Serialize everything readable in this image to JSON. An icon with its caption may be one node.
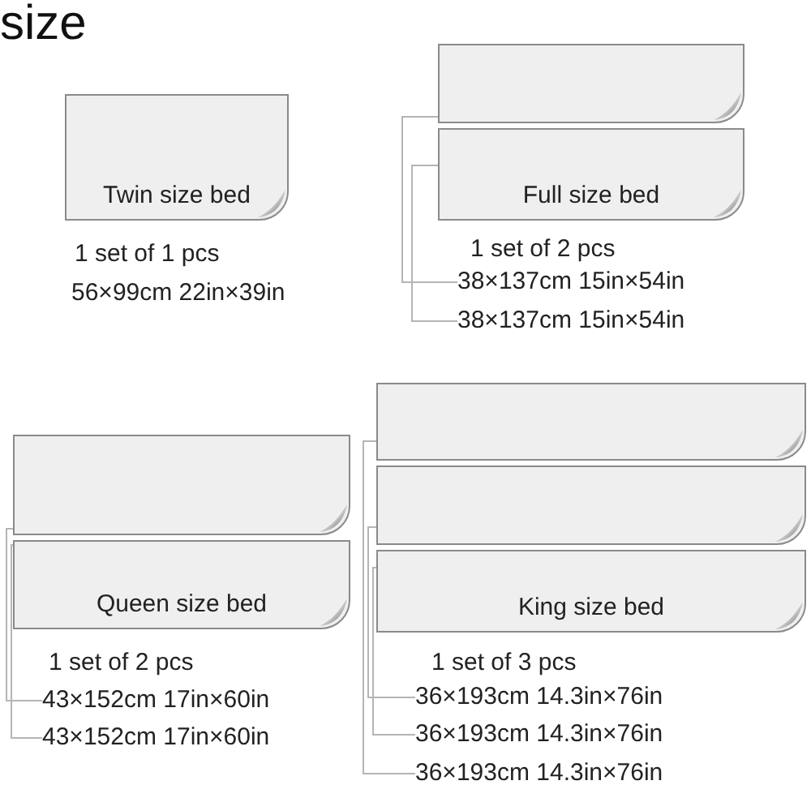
{
  "diagram": {
    "title": "size",
    "nodes": [
      {
        "text": [
          "Twin size bed"
        ]
      },
      {
        "text": [],
        "shape": "box"
      },
      {
        "text": [
          "Full size bed"
        ]
      },
      {
        "text": [
          "38×137cm 15in×54in"
        ]
      },
      {
        "text": [
          "38×137cm 15in×54in"
        ]
      },
      {
        "text": [],
        "shape": "box"
      },
      {
        "text": [
          "Queen size bed"
        ]
      },
      {
        "text": [
          "43×152cm 17in×60in"
        ]
      },
      {
        "text": [
          "43×152cm 17in×60in"
        ]
      },
      {
        "text": [],
        "shape": "box"
      },
      {
        "text": [],
        "shape": "box"
      },
      {
        "text": [
          "King size bed"
        ]
      },
      {
        "text": [
          "36×193cm 14.3in×76in"
        ]
      },
      {
        "text": [
          "36×193cm 14.3in×76in"
        ]
      },
      {
        "text": [
          "36×193cm 14.3in×76in"
        ]
      }
    ],
    "edges": [
      {
        "from": 1,
        "to": 3,
        "arrow": "none"
      },
      {
        "from": 2,
        "to": 4,
        "arrow": "none"
      },
      {
        "from": 5,
        "to": 7,
        "arrow": "none"
      },
      {
        "from": 6,
        "to": 8,
        "arrow": "none"
      },
      {
        "from": 9,
        "to": 14,
        "arrow": "none"
      },
      {
        "from": 10,
        "to": 12,
        "arrow": "none"
      },
      {
        "from": 11,
        "to": 13,
        "arrow": "none"
      }
    ],
    "labels": [
      "1 set of 1 pcs",
      "56×99cm 22in×39in",
      "1 set of 2 pcs",
      "1 set of 2 pcs",
      "1 set of 3 pcs"
    ]
  }
}
